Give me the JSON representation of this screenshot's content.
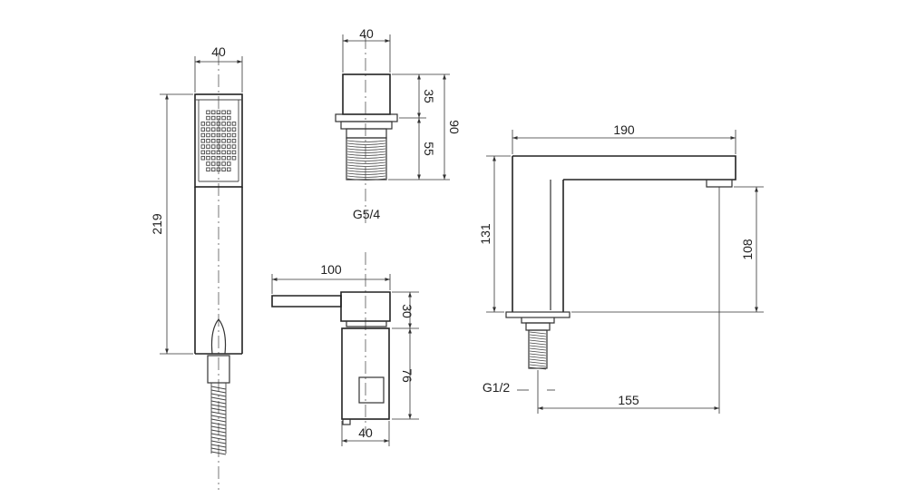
{
  "dimensions": {
    "hand_shower_width": "40",
    "hand_shower_height": "219",
    "diverter_width": "40",
    "diverter_cap_height": "35",
    "diverter_total_height": "90",
    "diverter_thread_height": "55",
    "diverter_thread": "G5/4",
    "mixer_lever_length": "100",
    "mixer_lever_height": "30",
    "mixer_body_height": "76",
    "mixer_body_width": "40",
    "spout_length": "190",
    "spout_height": "131",
    "spout_outlet_height": "108",
    "spout_thread": "G1/2",
    "spout_reach": "155"
  }
}
